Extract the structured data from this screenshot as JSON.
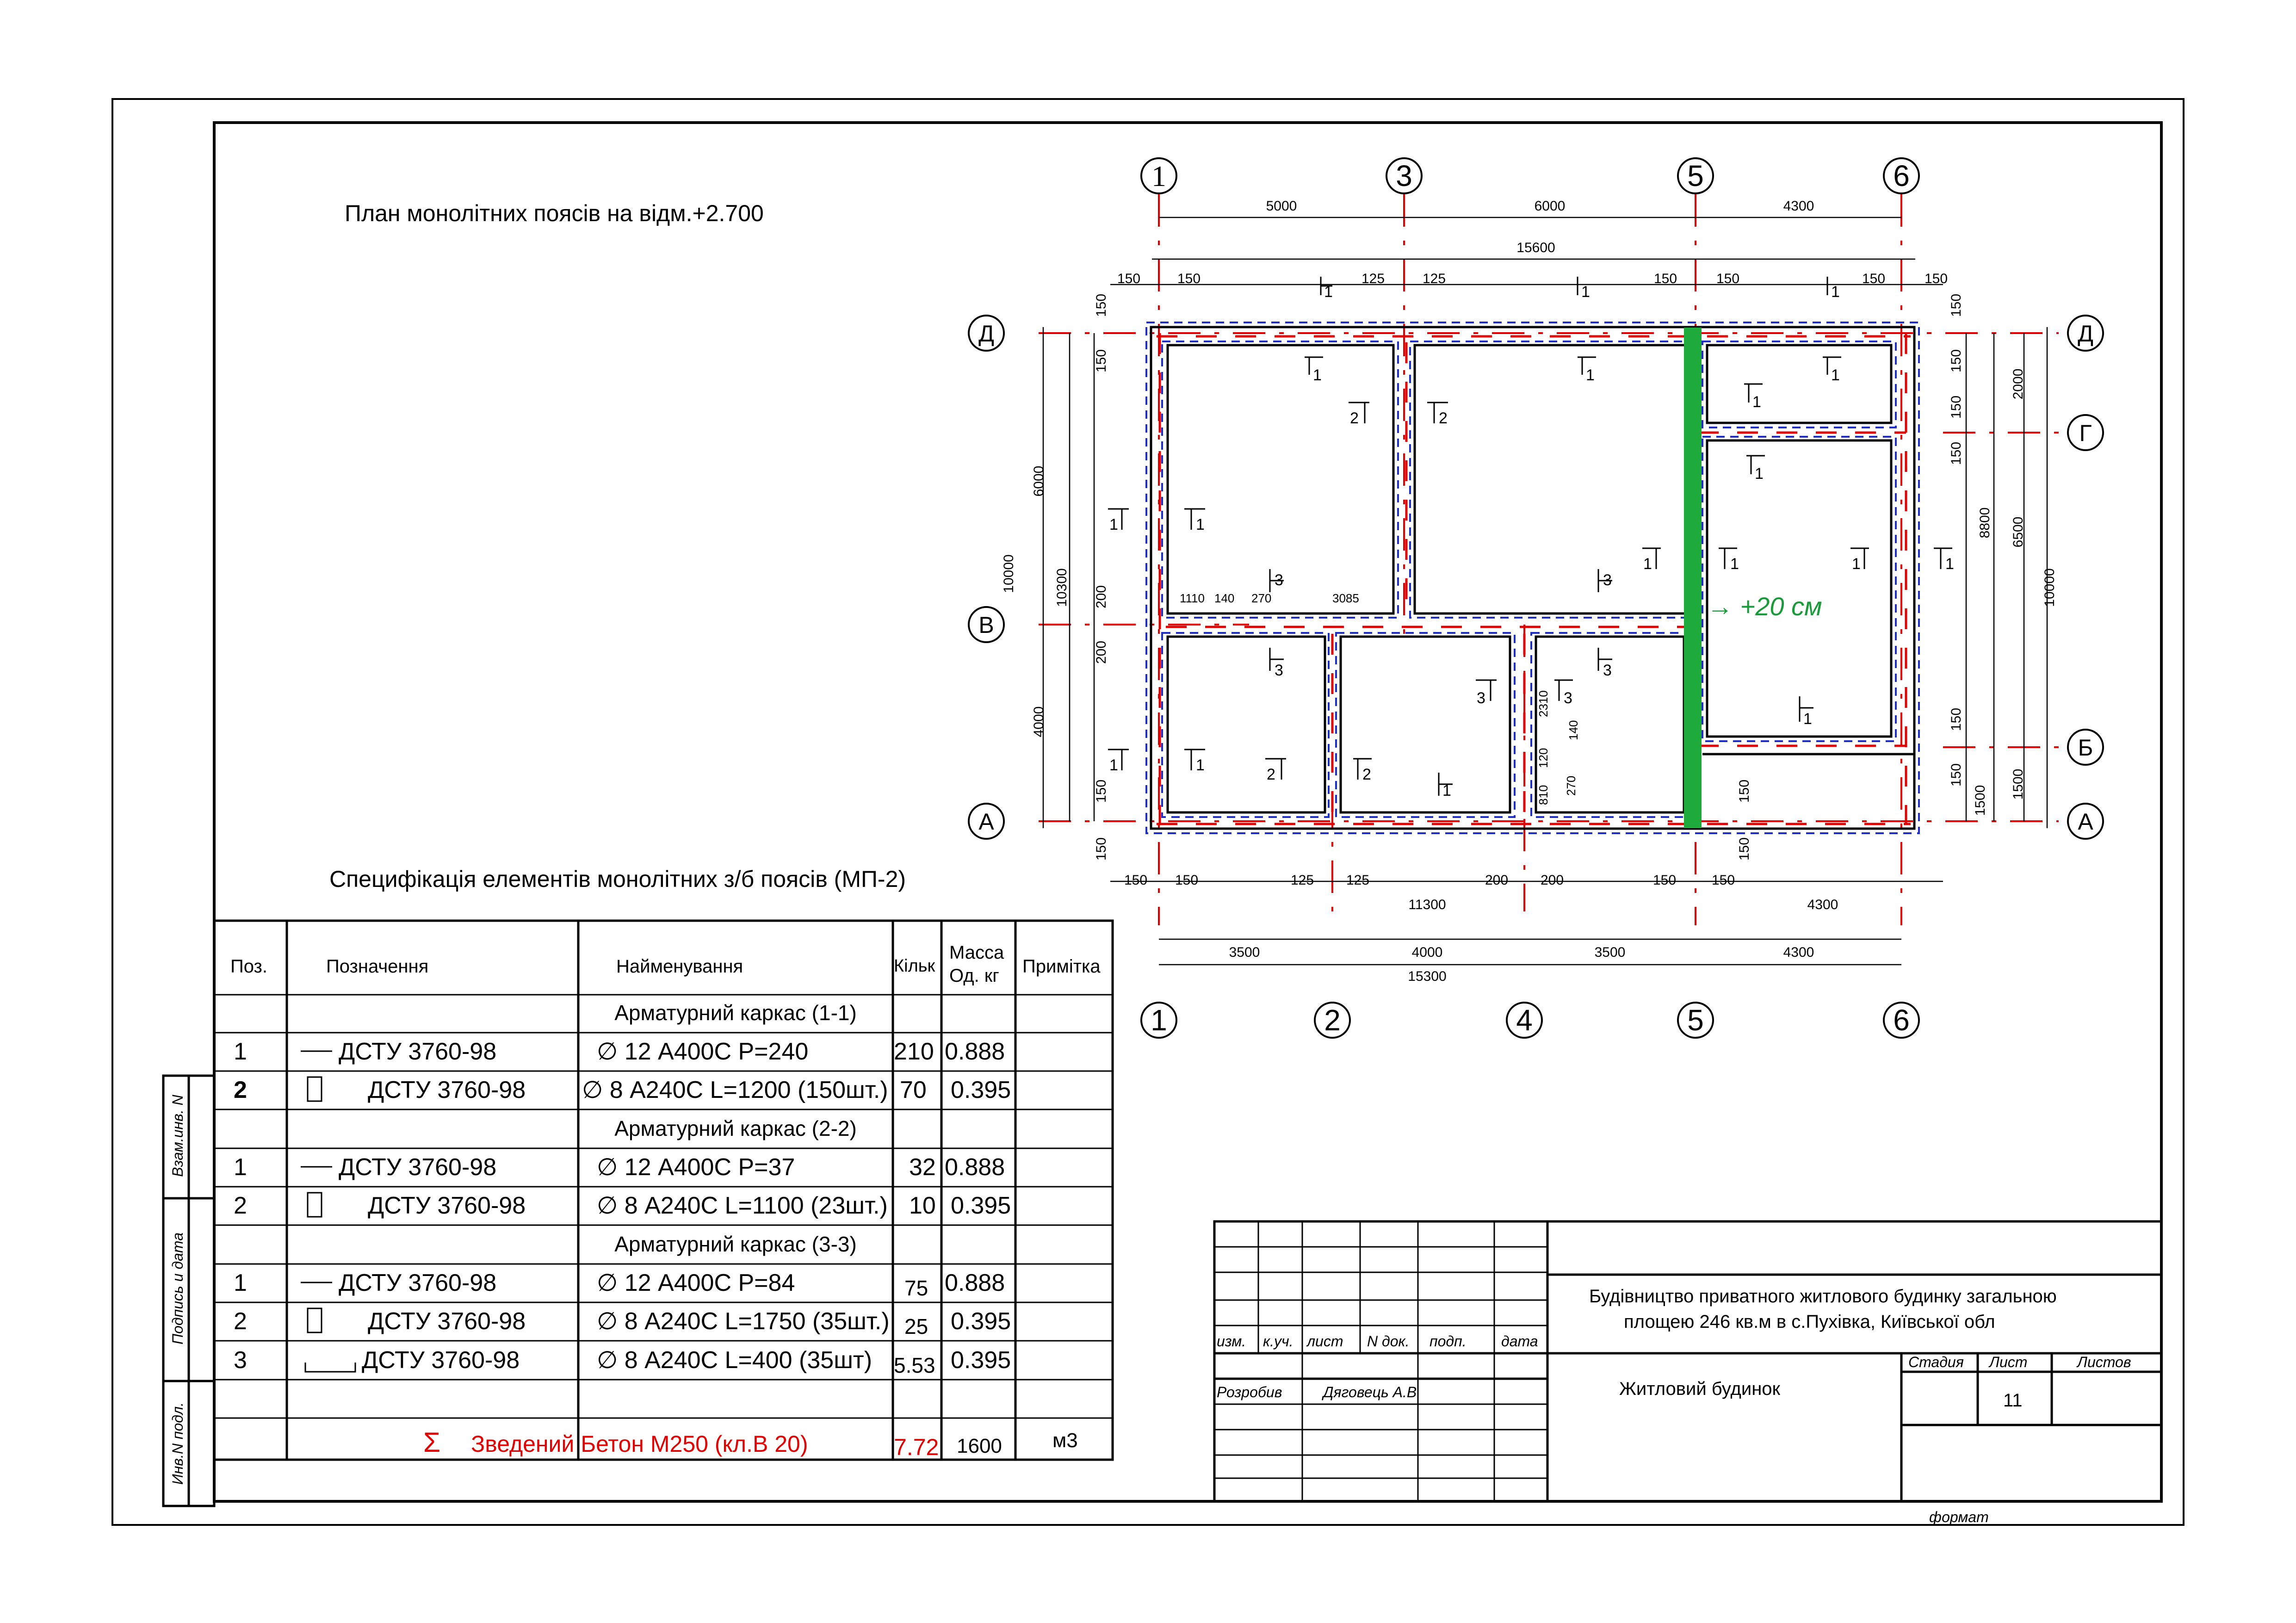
{
  "plan_title": "План монолітних поясів на відм.+2.700",
  "spec_title": "Специфікація елементів  монолітних з/б поясів (МП-2)",
  "spec_table": {
    "headers": {
      "pos": "Поз.",
      "designation": "Позначення",
      "name": "Найменування",
      "qty": "Кільк",
      "mass_1": "Масса",
      "mass_2": "Од. кг",
      "note": "Примітка"
    },
    "groups": [
      {
        "title": "Арматурний каркас (1-1)",
        "rows": [
          {
            "pos": "1",
            "designation": "ДСТУ 3760-98",
            "name": "∅ 12 А400С Р=240",
            "qty": "210",
            "mass": "0.888",
            "note": "",
            "pos_bold": false,
            "symbol": "line"
          },
          {
            "pos": "2",
            "designation": "ДСТУ 3760-98",
            "name": "∅ 8 А240С L=1200 (150шт.)",
            "qty": "70",
            "mass": "0.395",
            "note": "",
            "pos_bold": true,
            "symbol": "rect"
          }
        ]
      },
      {
        "title": "Арматурний каркас (2-2)",
        "rows": [
          {
            "pos": "1",
            "designation": "ДСТУ 3760-98",
            "name": "∅ 12 А400С Р=37",
            "qty": "32",
            "mass": "0.888",
            "note": "",
            "pos_bold": false,
            "symbol": "line"
          },
          {
            "pos": "2",
            "designation": "ДСТУ 3760-98",
            "name": "∅ 8 А240С L=1100 (23шт.)",
            "qty": "10",
            "mass": "0.395",
            "note": "",
            "pos_bold": false,
            "symbol": "rect"
          }
        ]
      },
      {
        "title": "Арматурний каркас (3-3)",
        "rows": [
          {
            "pos": "1",
            "designation": "ДСТУ 3760-98",
            "name": "∅ 12 А400С Р=84",
            "qty": "75",
            "mass": "0.888",
            "note": "",
            "pos_bold": false,
            "symbol": "line"
          },
          {
            "pos": "2",
            "designation": "ДСТУ 3760-98",
            "name": "∅ 8 А240С L=1750 (35шт.)",
            "qty": "25",
            "mass": "0.395",
            "note": "",
            "pos_bold": false,
            "symbol": "rect"
          },
          {
            "pos": "3",
            "designation": "ДСТУ 3760-98",
            "name": "∅ 8 А240С L=400 (35шт)",
            "qty": "5.53",
            "mass": "0.395",
            "note": "",
            "pos_bold": false,
            "symbol": "hook"
          }
        ]
      }
    ],
    "total": {
      "symbol": "Σ",
      "name": "Зведений Бетон М250 (кл.В 20)",
      "qty": "7.72",
      "mass": "1600",
      "unit": "м3"
    }
  },
  "side_stamp": [
    "Взам.инв. N",
    "Подпись  и  дата",
    "Инв.N  подл."
  ],
  "title_block": {
    "headers": [
      "изм.",
      "к.уч.",
      "лист",
      "N  док.",
      "подп.",
      "дата"
    ],
    "developer_role": "Розробив",
    "developer_name": "Дяговець  А.В",
    "project_line_1": "Будівництво приватного житлового будинку загальною",
    "project_line_2": "площею 246 кв.м в с.Пухівка, Київської обл",
    "object_name": "Житловий будинок",
    "stage_label": "Стадия",
    "sheet_label": "Лист",
    "sheets_label": "Листов",
    "stage_value": "",
    "sheet_value": "11",
    "sheets_value": "",
    "format_label": "формат"
  },
  "plan": {
    "axes_top": [
      "1",
      "3",
      "5",
      "6"
    ],
    "axes_bottom": [
      "1",
      "2",
      "4",
      "5",
      "6"
    ],
    "axes_left": [
      "Д",
      "В",
      "А"
    ],
    "axes_right": [
      "Д",
      "Г",
      "Б",
      "А"
    ],
    "dims_top_spans": [
      "5000",
      "6000",
      "4300"
    ],
    "dim_top_total": "15600",
    "dims_top_small": [
      "150",
      "150",
      "125",
      "125",
      "150",
      "150",
      "150",
      "150"
    ],
    "dims_bottom_small": [
      "150",
      "150",
      "125",
      "125",
      "200",
      "200",
      "150",
      "150"
    ],
    "dim_bottom_mid_a": "11300",
    "dim_bottom_mid_b": "4300",
    "dims_bottom_spans": [
      "3500",
      "4000",
      "3500",
      "4300"
    ],
    "dim_bottom_total": "15300",
    "dims_left_outer": "10000",
    "dims_left_mid": "10300",
    "dims_left_inner": [
      "6000",
      "4000"
    ],
    "dims_left_small": [
      "150",
      "150",
      "200",
      "200",
      "150",
      "150"
    ],
    "dims_right_inner": [
      "2000",
      "6500",
      "1500"
    ],
    "dim_right_mid": "8800",
    "dim_right_outer": "10000",
    "dims_right_small": [
      "150",
      "150",
      "150",
      "150",
      "150",
      "150",
      "150",
      "150",
      "1500"
    ],
    "inner_dims": [
      "1110",
      "140",
      "270",
      "3085",
      "2310",
      "140",
      "120",
      "270",
      "810"
    ],
    "annotation": "→ +20 см",
    "section_marks": [
      "1",
      "1",
      "1",
      "1",
      "1",
      "1",
      "1",
      "1",
      "1",
      "1",
      "1",
      "1",
      "1",
      "1",
      "1",
      "1",
      "1",
      "1",
      "2",
      "2",
      "2",
      "2",
      "3",
      "3",
      "3",
      "3",
      "3",
      "3"
    ]
  },
  "colors": {
    "line": "#000000",
    "axis_red": "#e10000",
    "dashed_blue": "#1f2fbf",
    "green_band": "#1faa3c",
    "annotation_green": "#1a9a3a",
    "total_red": "#e10000"
  }
}
